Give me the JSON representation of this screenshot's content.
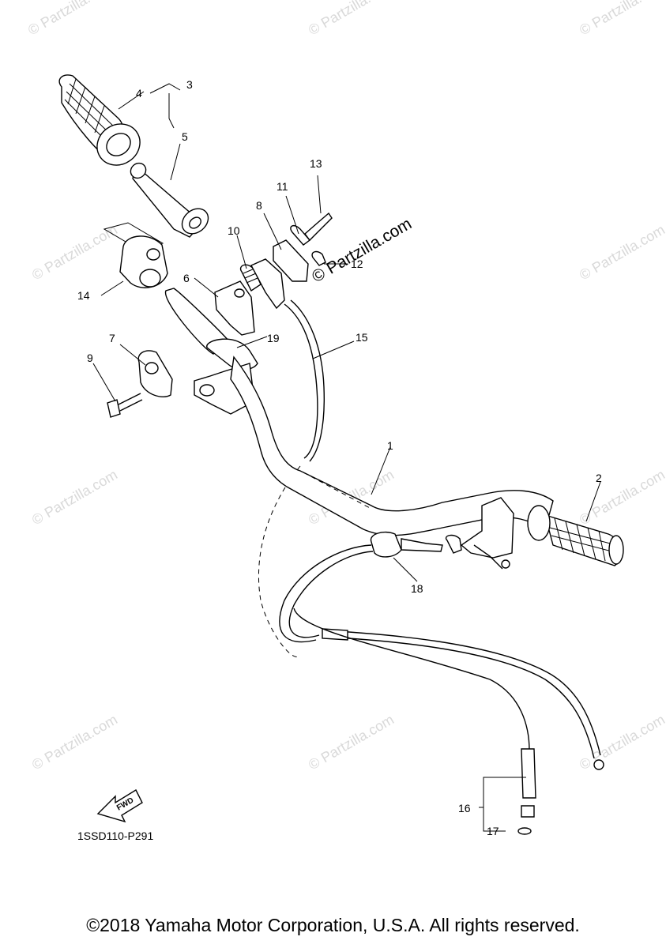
{
  "callouts": [
    {
      "id": "1",
      "label": "1"
    },
    {
      "id": "2",
      "label": "2"
    },
    {
      "id": "3",
      "label": "3"
    },
    {
      "id": "4",
      "label": "4"
    },
    {
      "id": "5",
      "label": "5"
    },
    {
      "id": "6",
      "label": "6"
    },
    {
      "id": "7",
      "label": "7"
    },
    {
      "id": "8",
      "label": "8"
    },
    {
      "id": "9",
      "label": "9"
    },
    {
      "id": "10",
      "label": "10"
    },
    {
      "id": "11",
      "label": "11"
    },
    {
      "id": "12",
      "label": "12"
    },
    {
      "id": "13",
      "label": "13"
    },
    {
      "id": "14",
      "label": "14"
    },
    {
      "id": "15",
      "label": "15"
    },
    {
      "id": "16",
      "label": "16"
    },
    {
      "id": "17",
      "label": "17"
    },
    {
      "id": "18",
      "label": "18"
    },
    {
      "id": "19",
      "label": "19"
    }
  ],
  "watermark": {
    "text": "© Partzilla.com",
    "strong_text": "© Partzilla.com"
  },
  "fwd_label": "FWD",
  "diagram_code": "1SSD110-P291",
  "copyright": "©2018 Yamaha Motor Corporation, U.S.A. All rights reserved.",
  "colors": {
    "line": "#000000",
    "watermark": "#d9d9d9",
    "background": "#ffffff"
  }
}
